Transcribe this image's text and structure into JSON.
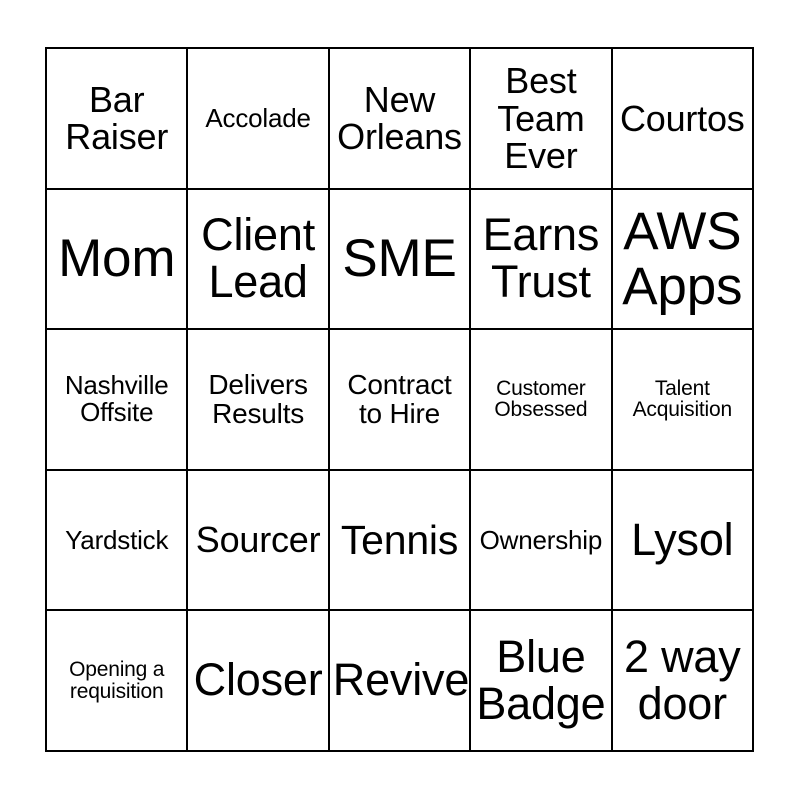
{
  "card": {
    "type": "bingo-card",
    "grid": {
      "rows": 5,
      "columns": 5
    },
    "colors": {
      "background": "#ffffff",
      "border": "#000000",
      "text": "#000000"
    },
    "cells": [
      {
        "row": 1,
        "col": 1,
        "text": "Bar Raiser",
        "size": "md"
      },
      {
        "row": 1,
        "col": 2,
        "text": "Accolade",
        "size": "xs"
      },
      {
        "row": 1,
        "col": 3,
        "text": "New Orleans",
        "size": "md"
      },
      {
        "row": 1,
        "col": 4,
        "text": "Best Team Ever",
        "size": "md"
      },
      {
        "row": 1,
        "col": 5,
        "text": "Courtos",
        "size": "md"
      },
      {
        "row": 2,
        "col": 1,
        "text": "Mom",
        "size": "xxl"
      },
      {
        "row": 2,
        "col": 2,
        "text": "Client Lead",
        "size": "xl"
      },
      {
        "row": 2,
        "col": 3,
        "text": "SME",
        "size": "xxl"
      },
      {
        "row": 2,
        "col": 4,
        "text": "Earns Trust",
        "size": "xl"
      },
      {
        "row": 2,
        "col": 5,
        "text": "AWS Apps",
        "size": "xxl"
      },
      {
        "row": 3,
        "col": 1,
        "text": "Nashville Offsite",
        "size": "xs"
      },
      {
        "row": 3,
        "col": 2,
        "text": "Delivers Results",
        "size": "sm"
      },
      {
        "row": 3,
        "col": 3,
        "text": "Contract to Hire",
        "size": "sm"
      },
      {
        "row": 3,
        "col": 4,
        "text": "Customer Obsessed",
        "size": "xxs"
      },
      {
        "row": 3,
        "col": 5,
        "text": "Talent Acquisition",
        "size": "xxs"
      },
      {
        "row": 4,
        "col": 1,
        "text": "Yardstick",
        "size": "xs"
      },
      {
        "row": 4,
        "col": 2,
        "text": "Sourcer",
        "size": "md"
      },
      {
        "row": 4,
        "col": 3,
        "text": "Tennis",
        "size": "lg"
      },
      {
        "row": 4,
        "col": 4,
        "text": "Ownership",
        "size": "xs"
      },
      {
        "row": 4,
        "col": 5,
        "text": "Lysol",
        "size": "xl"
      },
      {
        "row": 5,
        "col": 1,
        "text": "Opening a requisition",
        "size": "xxs"
      },
      {
        "row": 5,
        "col": 2,
        "text": "Closer",
        "size": "xl"
      },
      {
        "row": 5,
        "col": 3,
        "text": "Revive",
        "size": "xl"
      },
      {
        "row": 5,
        "col": 4,
        "text": "Blue Badge",
        "size": "xl"
      },
      {
        "row": 5,
        "col": 5,
        "text": "2 way door",
        "size": "xl"
      }
    ]
  }
}
